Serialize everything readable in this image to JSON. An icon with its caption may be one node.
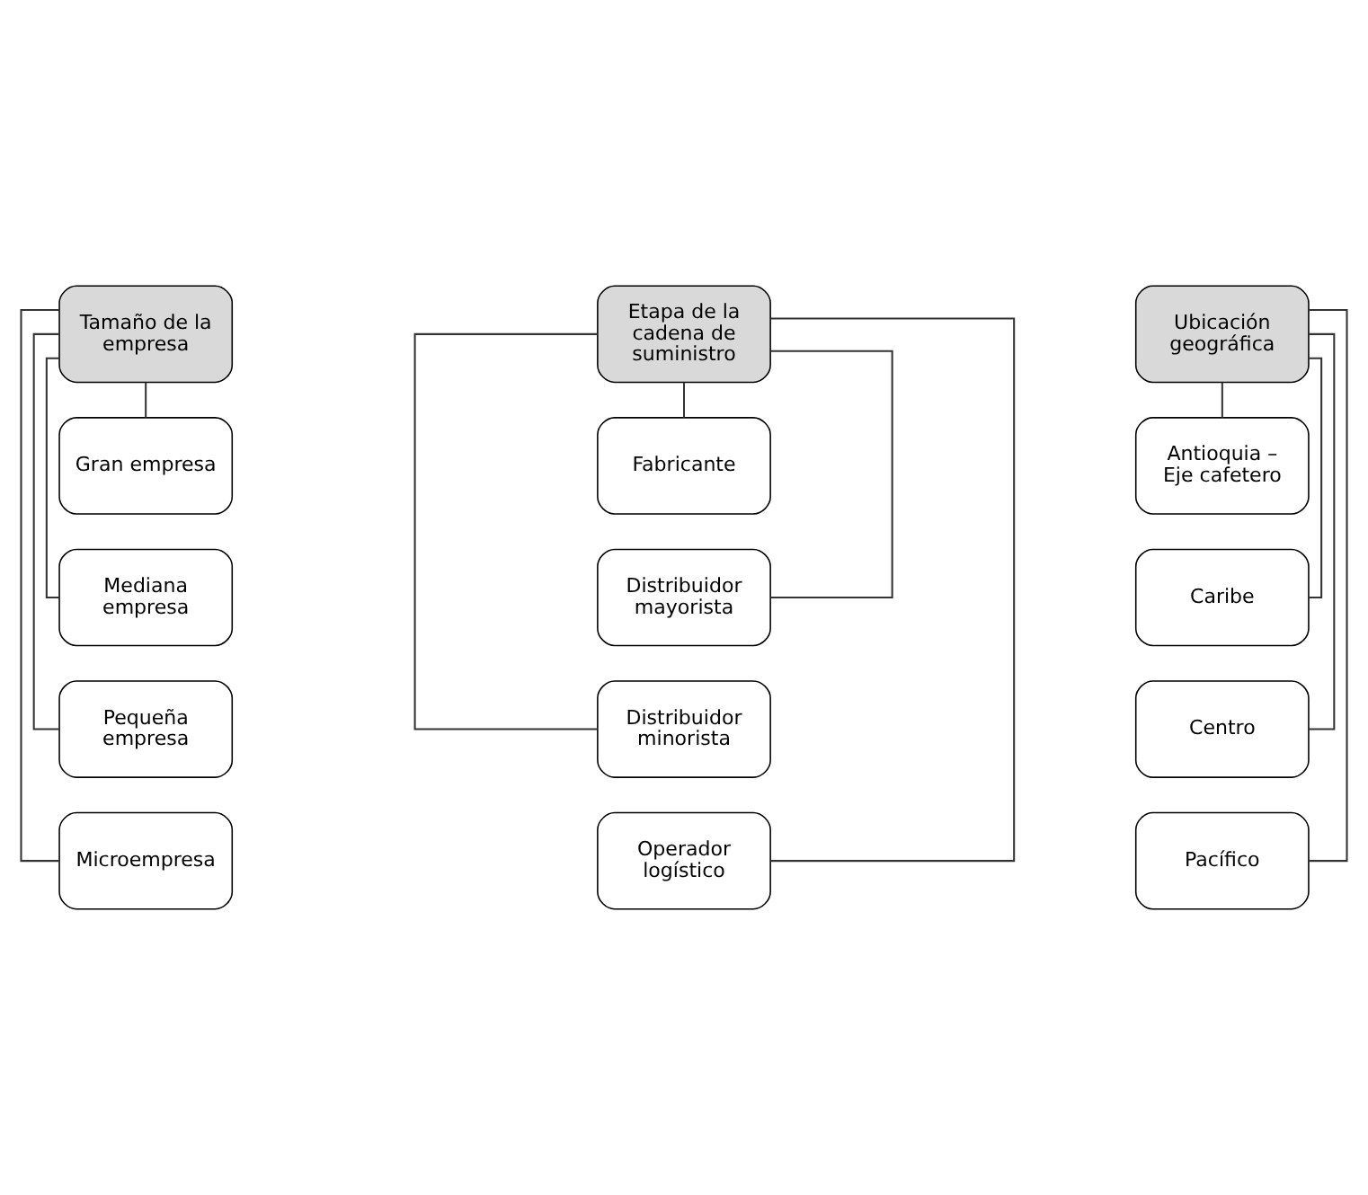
{
  "diagram": {
    "nodes": [
      {
        "text": [
          "Tamaño de la empresa"
        ]
      },
      {
        "text": [
          "Gran empresa"
        ]
      },
      {
        "text": [
          "Mediana empresa"
        ]
      },
      {
        "text": [
          "Pequeña empresa"
        ]
      },
      {
        "text": [
          "Microempresa"
        ]
      },
      {
        "text": [
          "Etapa de la cadena de suministro"
        ]
      },
      {
        "text": [
          "Fabricante"
        ]
      },
      {
        "text": [
          "Distribuidor mayorista"
        ]
      },
      {
        "text": [
          "Distribuidor minorista"
        ]
      },
      {
        "text": [
          "Operador logístico"
        ]
      },
      {
        "text": [
          "Ubicación geográfica"
        ]
      },
      {
        "text": [
          "Antioquia – Eje cafetero"
        ]
      },
      {
        "text": [
          "Caribe"
        ]
      },
      {
        "text": [
          "Centro"
        ]
      },
      {
        "text": [
          "Pacífico"
        ]
      }
    ],
    "edges": [
      {
        "from": 0,
        "to": 1,
        "arrow": "none"
      },
      {
        "from": 0,
        "to": 2,
        "arrow": "none"
      },
      {
        "from": 0,
        "to": 3,
        "arrow": "none"
      },
      {
        "from": 0,
        "to": 4,
        "arrow": "none"
      },
      {
        "from": 5,
        "to": 6,
        "arrow": "none"
      },
      {
        "from": 5,
        "to": 7,
        "arrow": "none"
      },
      {
        "from": 5,
        "to": 8,
        "arrow": "none"
      },
      {
        "from": 5,
        "to": 9,
        "arrow": "none"
      },
      {
        "from": 10,
        "to": 11,
        "arrow": "none"
      },
      {
        "from": 10,
        "to": 12,
        "arrow": "none"
      },
      {
        "from": 10,
        "to": 13,
        "arrow": "none"
      },
      {
        "from": 10,
        "to": 14,
        "arrow": "none"
      }
    ]
  }
}
